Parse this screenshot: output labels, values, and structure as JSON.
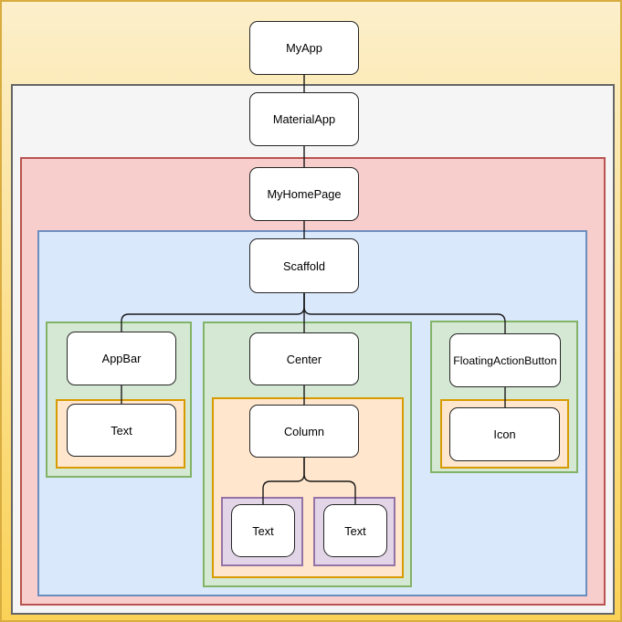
{
  "diagram": {
    "description": "Flutter widget tree with nested scope containers",
    "nodes": {
      "myapp": {
        "label": "MyApp"
      },
      "materialapp": {
        "label": "MaterialApp"
      },
      "myhomepage": {
        "label": "MyHomePage"
      },
      "scaffold": {
        "label": "Scaffold"
      },
      "appbar": {
        "label": "AppBar"
      },
      "center": {
        "label": "Center"
      },
      "floatingactionbutton": {
        "label": "FloatingActionButton"
      },
      "appbar_text": {
        "label": "Text"
      },
      "column": {
        "label": "Column"
      },
      "column_text_1": {
        "label": "Text"
      },
      "column_text_2": {
        "label": "Text"
      },
      "icon": {
        "label": "Icon"
      }
    },
    "edges": [
      {
        "from": "MyApp",
        "to": "MaterialApp"
      },
      {
        "from": "MaterialApp",
        "to": "MyHomePage"
      },
      {
        "from": "MyHomePage",
        "to": "Scaffold"
      },
      {
        "from": "Scaffold",
        "to": "AppBar"
      },
      {
        "from": "Scaffold",
        "to": "Center"
      },
      {
        "from": "Scaffold",
        "to": "FloatingActionButton"
      },
      {
        "from": "AppBar",
        "to": "Text"
      },
      {
        "from": "Center",
        "to": "Column"
      },
      {
        "from": "Column",
        "to": "Text"
      },
      {
        "from": "Column",
        "to": "Text"
      },
      {
        "from": "FloatingActionButton",
        "to": "Icon"
      }
    ],
    "palette": {
      "canvas_fill_top": "#FCEFCA",
      "canvas_fill_bottom": "#FBD257",
      "canvas_border": "#D9AC40",
      "gray_fill": "#F5F5F5",
      "gray_border": "#666666",
      "red_fill": "#F8CECC",
      "red_border": "#B85450",
      "blue_fill": "#DAE8FC",
      "blue_border": "#6C8EBF",
      "green_fill": "#D5E8D4",
      "green_border": "#82B366",
      "orange_fill": "#FFE6CC",
      "orange_border": "#D79B00",
      "purple_fill": "#E1D5E7",
      "purple_border": "#9673A6",
      "node_fill": "#FFFFFF",
      "node_border": "#000000",
      "connector": "#000000"
    }
  }
}
